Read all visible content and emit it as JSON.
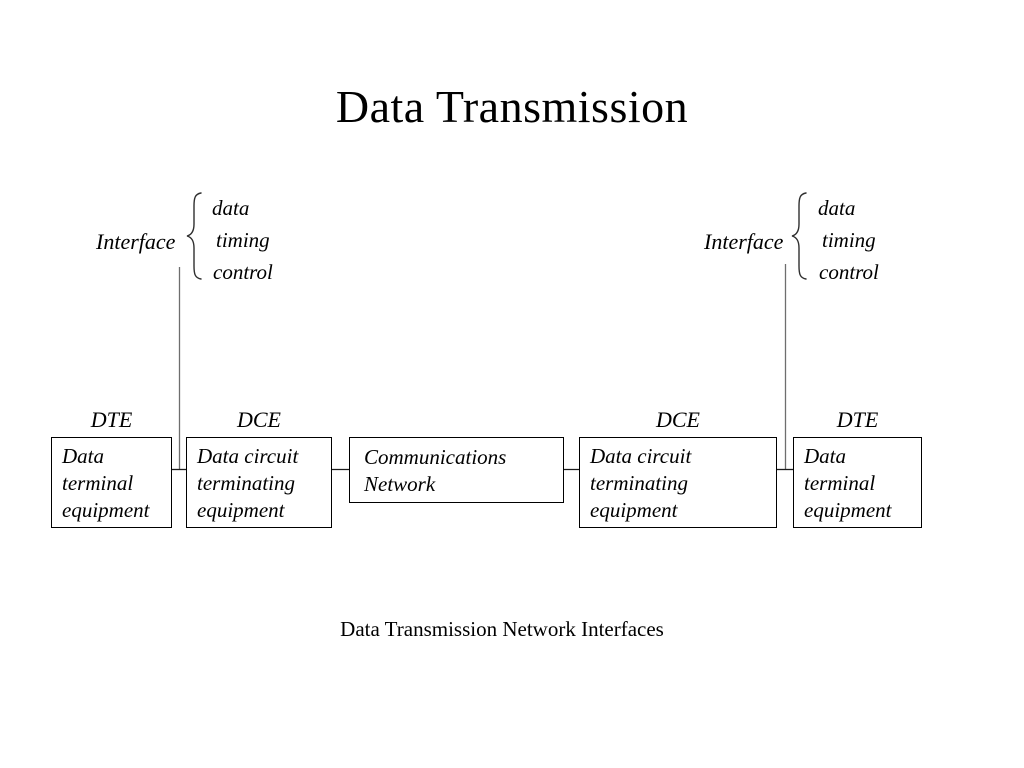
{
  "slide": {
    "title": "Data Transmission",
    "caption": "Data Transmission Network Interfaces"
  },
  "interface_left": {
    "label": "Interface",
    "items": [
      "data",
      "timing",
      "control"
    ]
  },
  "interface_right": {
    "label": "Interface",
    "items": [
      "data",
      "timing",
      "control"
    ]
  },
  "boxes": [
    {
      "tag": "DTE",
      "text": "Data\nterminal\nequipment"
    },
    {
      "tag": "DCE",
      "text": "Data circuit\nterminating\nequipment"
    },
    {
      "tag": "",
      "text": "Communications\nNetwork"
    },
    {
      "tag": "DCE",
      "text": "Data circuit\nterminating\nequipment"
    },
    {
      "tag": "DTE",
      "text": "Data\nterminal\nequipment"
    }
  ],
  "colors": {
    "background": "#ffffff",
    "text": "#000000",
    "box_border": "#000000",
    "connector_line": "#1a1a1a",
    "interface_line": "#6e6e6e",
    "brace": "#2f2f2f"
  }
}
